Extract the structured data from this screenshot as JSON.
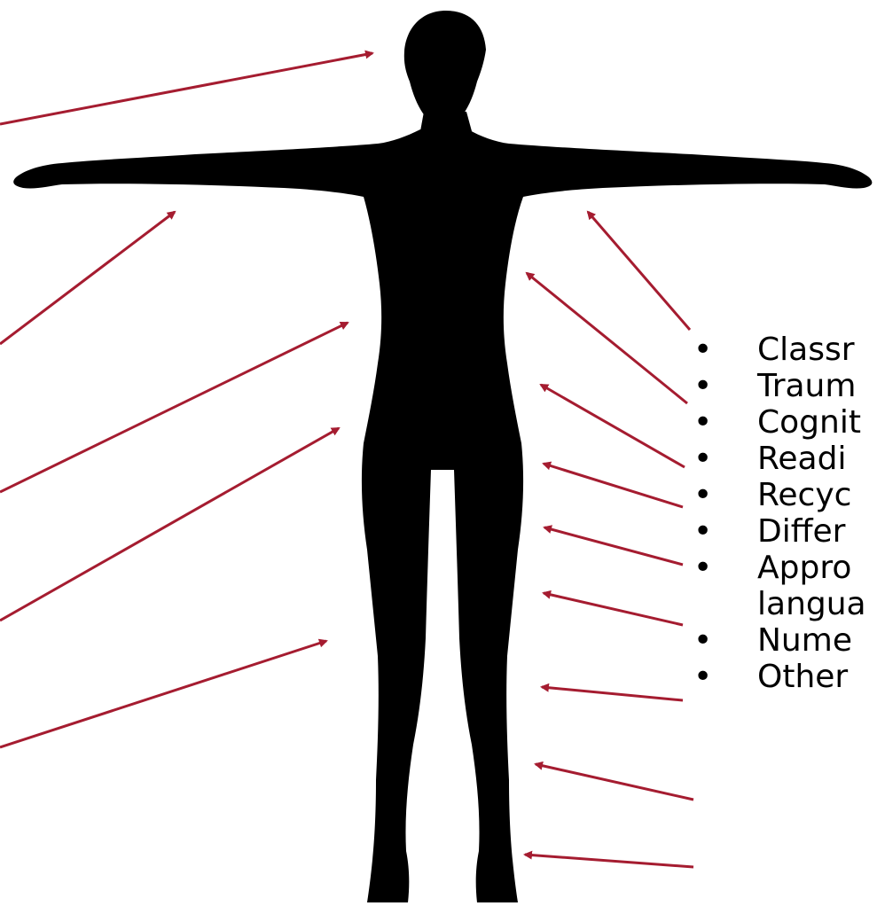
{
  "colors": {
    "figure": "#000000",
    "arrow": "#a51c30",
    "text": "#000000",
    "background": "#ffffff"
  },
  "right_list": {
    "items": [
      {
        "label": "Classr"
      },
      {
        "label": "Traum"
      },
      {
        "label": "Cognit"
      },
      {
        "label": "Readi"
      },
      {
        "label": "Recyc"
      },
      {
        "label": "Differ"
      },
      {
        "label": "Appro"
      },
      {
        "label": "langua",
        "continuation": true
      },
      {
        "label": "Nume"
      },
      {
        "label": "Other"
      }
    ]
  }
}
